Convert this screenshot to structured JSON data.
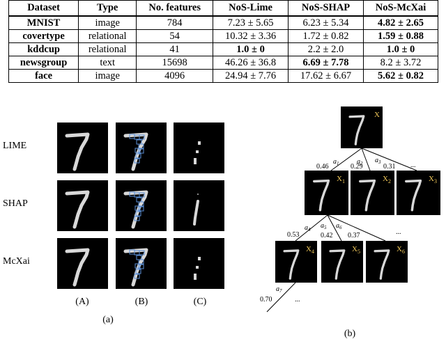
{
  "table": {
    "headers": [
      "Dataset",
      "Type",
      "No. features",
      "NoS-Lime",
      "NoS-SHAP",
      "NoS-McXai"
    ],
    "rows": [
      {
        "dataset": "MNIST",
        "type": "image",
        "features": "784",
        "lime": "7.23 ± 5.65",
        "shap": "6.23 ± 5.34",
        "mcxai": "4.82 ± 2.65",
        "bold": "mcxai"
      },
      {
        "dataset": "covertype",
        "type": "relational",
        "features": "54",
        "lime": "10.32 ± 3.36",
        "shap": "1.72 ± 0.82",
        "mcxai": "1.59 ± 0.88",
        "bold": "mcxai"
      },
      {
        "dataset": "kddcup",
        "type": "relational",
        "features": "41",
        "lime": "1.0 ± 0",
        "shap": "2.2 ± 2.0",
        "mcxai": "1.0 ± 0",
        "bold": "lime,mcxai"
      },
      {
        "dataset": "newsgroup",
        "type": "text",
        "features": "15698",
        "lime": "46.26 ± 36.8",
        "shap": "6.69 ± 7.78",
        "mcxai": "8.2 ± 3.72",
        "bold": "shap"
      },
      {
        "dataset": "face",
        "type": "image",
        "features": "4096",
        "lime": "24.94 ± 7.76",
        "shap": "17.62 ± 6.67",
        "mcxai": "5.62 ± 0.82",
        "bold": "mcxai"
      }
    ]
  },
  "figure_a": {
    "row_labels": [
      "LIME",
      "SHAP",
      "McXai"
    ],
    "column_labels": [
      "(A)",
      "(B)",
      "(C)"
    ],
    "caption": "(a)"
  },
  "figure_b": {
    "root_label": "X",
    "level1": [
      {
        "label": "X",
        "sub": "1",
        "action": "a",
        "action_sub": "1",
        "prob": "0.46"
      },
      {
        "label": "X",
        "sub": "2",
        "action": "a",
        "action_sub": "2",
        "prob": "0.29"
      },
      {
        "label": "X",
        "sub": "3",
        "action": "a",
        "action_sub": "3",
        "prob": "0.31"
      }
    ],
    "level2": [
      {
        "label": "X",
        "sub": "4",
        "action": "a",
        "action_sub": "4",
        "prob": "0.53"
      },
      {
        "label": "X",
        "sub": "5",
        "action": "a",
        "action_sub": "5",
        "prob": "0.42"
      },
      {
        "label": "X",
        "sub": "6",
        "action": "a",
        "action_sub": "6",
        "prob": "0.37"
      }
    ],
    "level3": {
      "action": "a",
      "action_sub": "7",
      "prob": "0.70"
    },
    "ellipsis": "...",
    "caption": "(b)"
  },
  "colors": {
    "label_yellow": "#f0c85a",
    "mask_blue": "#5b8fd6"
  }
}
